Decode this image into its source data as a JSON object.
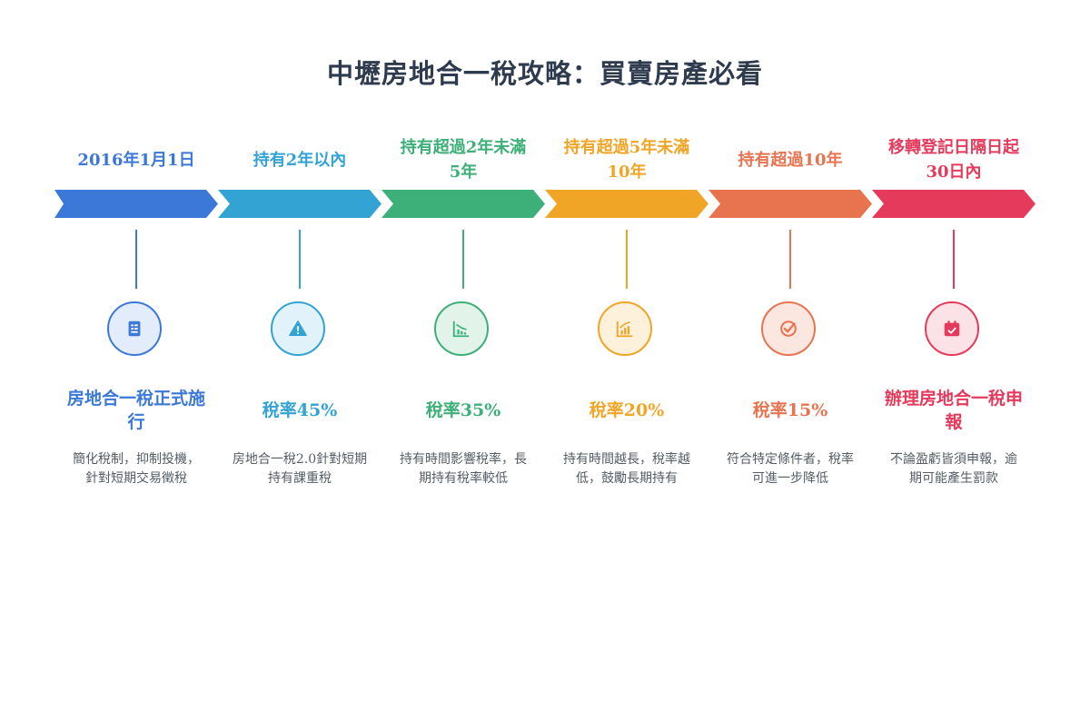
{
  "title": "中壢房地合一稅攻略：買賣房產必看",
  "steps": [
    {
      "label": "2016年1月1日",
      "heading": "房地合一稅正式施行",
      "desc": "簡化稅制，抑制投機，針對短期交易徵稅",
      "color": "#3b78d8",
      "icon": "document-icon"
    },
    {
      "label": "持有2年以內",
      "heading": "稅率45%",
      "desc": "房地合一稅2.0針對短期持有課重稅",
      "color": "#33a3d4",
      "icon": "warning-icon"
    },
    {
      "label": "持有超過2年未滿5年",
      "heading": "稅率35%",
      "desc": "持有時間影響稅率，長期持有稅率較低",
      "color": "#3daf78",
      "icon": "chart-down-icon"
    },
    {
      "label": "持有超過5年未滿10年",
      "heading": "稅率20%",
      "desc": "持有時間越長，稅率越低，鼓勵長期持有",
      "color": "#f0a526",
      "icon": "chart-up-icon"
    },
    {
      "label": "持有超過10年",
      "heading": "稅率15%",
      "desc": "符合特定條件者，稅率可進一步降低",
      "color": "#e8734f",
      "icon": "check-circle-icon"
    },
    {
      "label": "移轉登記日隔日起30日內",
      "heading": "辦理房地合一稅申報",
      "desc": "不論盈虧皆須申報，逾期可能產生罰款",
      "color": "#e53a5c",
      "icon": "calendar-icon"
    }
  ]
}
